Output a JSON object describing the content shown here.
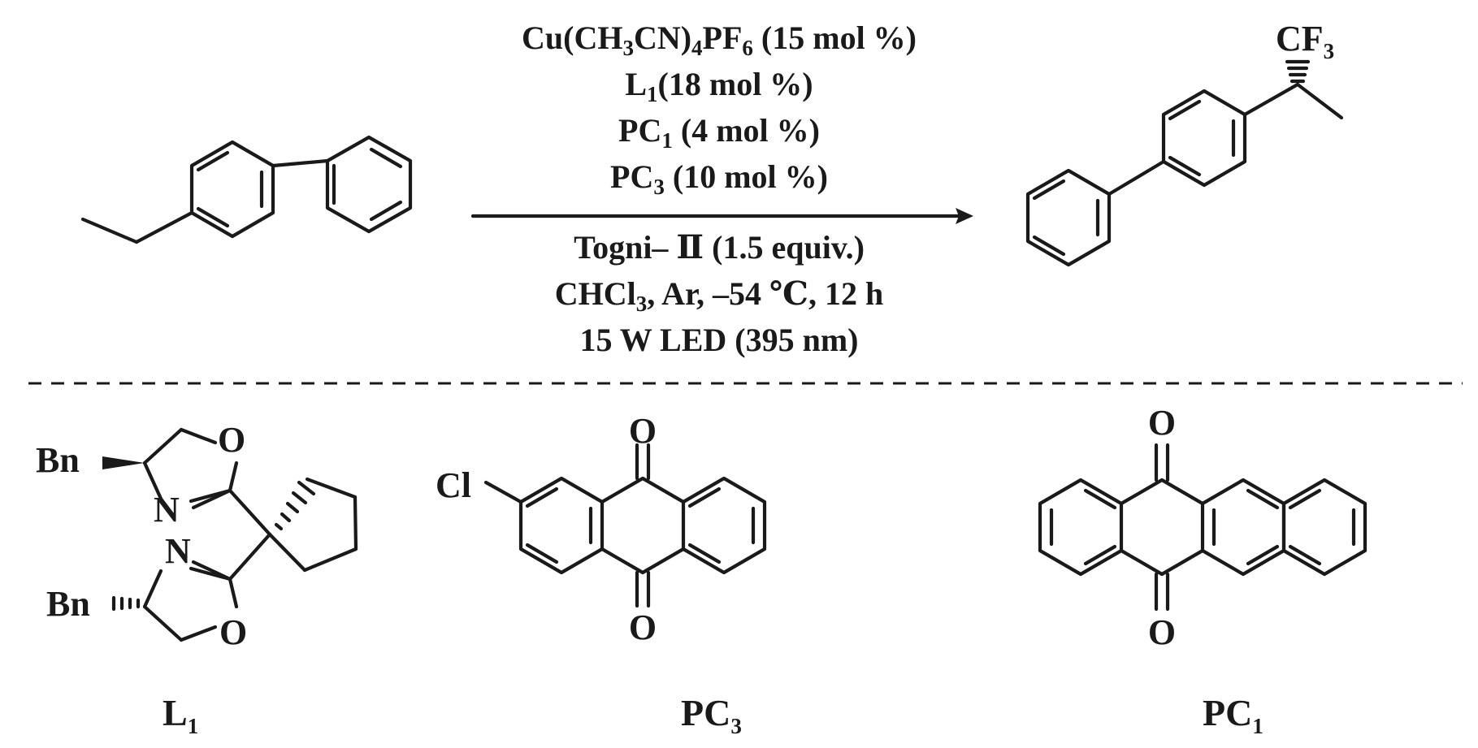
{
  "conditions": {
    "line1": {
      "pre": "Cu(CH",
      "s1": "3",
      "mid1": "CN)",
      "s2": "4",
      "mid2": "PF",
      "s3": "6",
      "post": " (15 mol %)"
    },
    "line2": {
      "pre": "L",
      "s1": "1",
      "post": "(18 mol %)"
    },
    "line3": {
      "pre": "PC",
      "s1": "1",
      "post": " (4 mol %)"
    },
    "line4": {
      "pre": "PC",
      "s1": "3",
      "post": " (10 mol %)"
    },
    "line5": "Togni– Ⅱ (1.5 equiv.)",
    "line6": {
      "pre": "CHCl",
      "s1": "3",
      "post": ", Ar, –54 ℃, 12 h"
    },
    "line7": "15 W LED (395 nm)"
  },
  "product": {
    "cf": "CF",
    "cf_sub": "3"
  },
  "ligand": {
    "bn_top": "Bn",
    "bn_bottom": "Bn",
    "o_top": "O",
    "n_top": "N",
    "n_bottom": "N",
    "o_bottom": "O",
    "label": "L",
    "label_sub": "1"
  },
  "pc3": {
    "cl": "Cl",
    "o_top": "O",
    "o_bottom": "O",
    "label": "PC",
    "label_sub": "3"
  },
  "pc1": {
    "o_top": "O",
    "o_bottom": "O",
    "label": "PC",
    "label_sub": "1"
  }
}
